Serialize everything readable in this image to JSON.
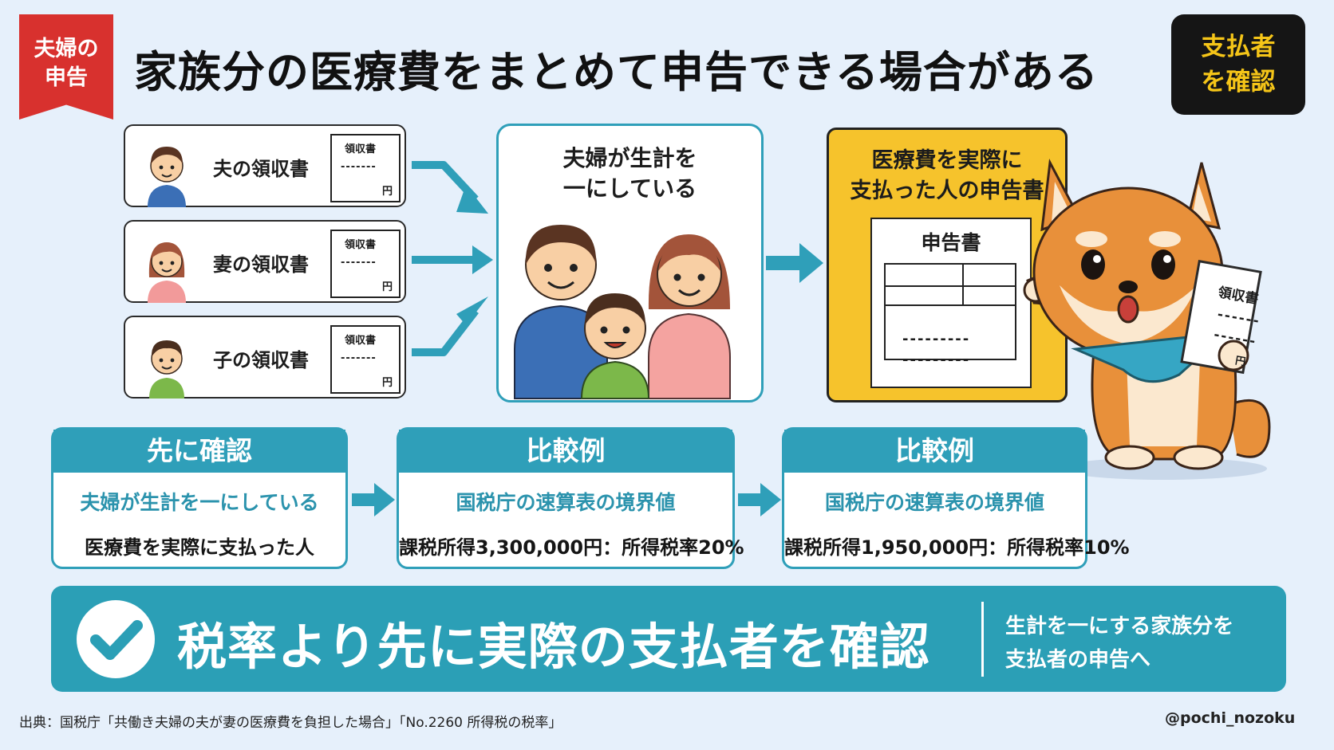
{
  "ribbon": {
    "line1": "夫婦の",
    "line2": "申告"
  },
  "title": "家族分の医療費をまとめて申告できる場合がある",
  "corner_badge": {
    "line1": "支払者",
    "line2": "を確認"
  },
  "receipts": [
    {
      "label": "夫の領収書",
      "slip_title": "領収書",
      "slip_dashes": "-------",
      "slip_yen": "円",
      "shirt": "#3b6fb6",
      "hair": "#5a3422"
    },
    {
      "label": "妻の領収書",
      "slip_title": "領収書",
      "slip_dashes": "-------",
      "slip_yen": "円",
      "shirt": "#f29a9a",
      "hair": "#a3543a"
    },
    {
      "label": "子の領収書",
      "slip_title": "領収書",
      "slip_dashes": "-------",
      "slip_yen": "円",
      "shirt": "#7cb84a",
      "hair": "#4a2e1e"
    }
  ],
  "household": {
    "line1": "夫婦が生計を",
    "line2": "一にしている"
  },
  "tax_return": {
    "line1": "医療費を実際に",
    "line2": "支払った人の申告書",
    "form_title": "申告書",
    "dash1": "---------",
    "dash2": "---------"
  },
  "mascot_receipt": {
    "title": "領収書",
    "dash1": "------",
    "dash2": "------",
    "yen": "円"
  },
  "info": [
    {
      "head": "先に確認",
      "line1": "夫婦が生計を一にしている",
      "line2": "医療費を実際に支払った人"
    },
    {
      "head": "比較例",
      "line1": "国税庁の速算表の境界値",
      "line2": "課税所得3,300,000円：所得税率20%"
    },
    {
      "head": "比較例",
      "line1": "国税庁の速算表の境界値",
      "line2": "課税所得1,950,000円：所得税率10%"
    }
  ],
  "banner": {
    "main": "税率より先に実際の支払者を確認",
    "sub1": "生計を一にする家族分を",
    "sub2": "支払者の申告へ"
  },
  "source": "出典：国税庁「共働き夫婦の夫が妻の医療費を負担した場合」「No.2260 所得税の税率」",
  "handle": "@pochi_nozoku",
  "colors": {
    "teal": "#2f9fb9",
    "red": "#d8312e",
    "yellow": "#f6c32c",
    "background": "#e6f0fb"
  }
}
